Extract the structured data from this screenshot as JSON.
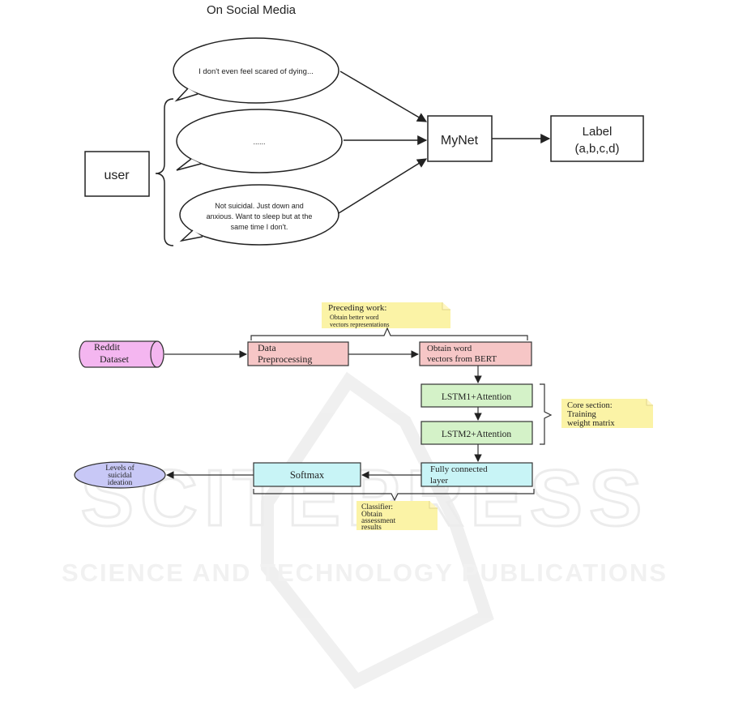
{
  "top": {
    "title": "On Social Media",
    "user": "user",
    "bubble1": "I don't even feel scared of dying...",
    "bubble2": "......",
    "bubble3_lines": [
      "Not suicidal. Just down and",
      "anxious. Want to sleep but at the",
      "same time I don't."
    ],
    "net": "MyNet",
    "label_lines": [
      "Label",
      "(a,b,c,d)"
    ]
  },
  "bottom": {
    "preceding_lines": [
      "Preceding work:",
      "Obtain better word",
      "vectors representations"
    ],
    "dataset_lines": [
      "Reddit",
      "Dataset"
    ],
    "preprocessing_lines": [
      "Data",
      "Preprocessing"
    ],
    "bert_lines": [
      "Obtain word",
      "vectors from BERT"
    ],
    "lstm1": "LSTM1+Attention",
    "lstm2": "LSTM2+Attention",
    "core_lines": [
      "Core section:",
      "Training",
      "weight matrix"
    ],
    "fc_lines": [
      "Fully connected",
      "layer"
    ],
    "softmax": "Softmax",
    "levels_lines": [
      "Levels of",
      "suicidal",
      "ideation"
    ],
    "classifier_lines": [
      "Classifier:",
      "Obtain",
      "assessment",
      "results"
    ]
  },
  "watermark": {
    "big": "SCITEPRESS",
    "small": "SCIENCE AND TECHNOLOGY PUBLICATIONS"
  },
  "colors": {
    "dataset_fill": "#f4b6f0",
    "preprocess_fill": "#f6c6c6",
    "lstm_fill": "#d4f2c8",
    "fc_fill": "#c8f4f6",
    "levels_fill": "#c8c8f6",
    "note_fill": "#fbf3a6"
  }
}
